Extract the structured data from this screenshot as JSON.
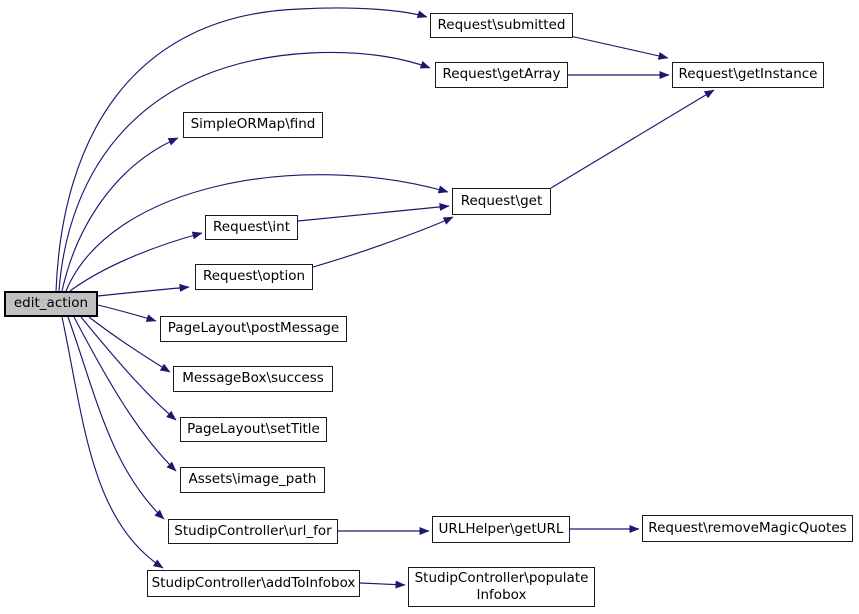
{
  "graph": {
    "type": "call-graph",
    "root_function": "edit_action",
    "colors": {
      "edge": "#191970",
      "nodeBorder": "#1a1a1a",
      "nodeFill": "#ffffff",
      "highlightFill": "#c0c0c0",
      "highlightBorder": "#000000",
      "text": "#000000",
      "background": "#ffffff"
    },
    "nodes": [
      {
        "id": "edit_action",
        "label": "edit_action",
        "highlight": true
      },
      {
        "id": "request_submitted",
        "label": "Request\\submitted"
      },
      {
        "id": "request_getarray",
        "label": "Request\\getArray"
      },
      {
        "id": "request_getinstance",
        "label": "Request\\getInstance"
      },
      {
        "id": "simpleormap_find",
        "label": "SimpleORMap\\find"
      },
      {
        "id": "request_get",
        "label": "Request\\get"
      },
      {
        "id": "request_int",
        "label": "Request\\int"
      },
      {
        "id": "request_option",
        "label": "Request\\option"
      },
      {
        "id": "pagelayout_postmessage",
        "label": "PageLayout\\postMessage"
      },
      {
        "id": "messagebox_success",
        "label": "MessageBox\\success"
      },
      {
        "id": "pagelayout_settitle",
        "label": "PageLayout\\setTitle"
      },
      {
        "id": "assets_image_path",
        "label": "Assets\\image_path"
      },
      {
        "id": "studipcontroller_url_for",
        "label": "StudipController\\url_for"
      },
      {
        "id": "urlhelper_geturl",
        "label": "URLHelper\\getURL"
      },
      {
        "id": "request_removemagicquotes",
        "label": "Request\\removeMagicQuotes"
      },
      {
        "id": "studipcontroller_addtoinfobox",
        "label": "StudipController\\addToInfobox"
      },
      {
        "id": "studipcontroller_populateinfobox",
        "label": "StudipController\\populate Infobox"
      }
    ],
    "edges": [
      {
        "from": "edit_action",
        "to": "request_submitted"
      },
      {
        "from": "edit_action",
        "to": "request_getarray"
      },
      {
        "from": "edit_action",
        "to": "simpleormap_find"
      },
      {
        "from": "edit_action",
        "to": "request_get"
      },
      {
        "from": "edit_action",
        "to": "request_int"
      },
      {
        "from": "edit_action",
        "to": "request_option"
      },
      {
        "from": "edit_action",
        "to": "pagelayout_postmessage"
      },
      {
        "from": "edit_action",
        "to": "messagebox_success"
      },
      {
        "from": "edit_action",
        "to": "pagelayout_settitle"
      },
      {
        "from": "edit_action",
        "to": "assets_image_path"
      },
      {
        "from": "edit_action",
        "to": "studipcontroller_url_for"
      },
      {
        "from": "edit_action",
        "to": "studipcontroller_addtoinfobox"
      },
      {
        "from": "request_submitted",
        "to": "request_getinstance"
      },
      {
        "from": "request_getarray",
        "to": "request_getinstance"
      },
      {
        "from": "request_get",
        "to": "request_getinstance"
      },
      {
        "from": "request_int",
        "to": "request_get"
      },
      {
        "from": "request_option",
        "to": "request_get"
      },
      {
        "from": "studipcontroller_url_for",
        "to": "urlhelper_geturl"
      },
      {
        "from": "urlhelper_geturl",
        "to": "request_removemagicquotes"
      },
      {
        "from": "studipcontroller_addtoinfobox",
        "to": "studipcontroller_populateinfobox"
      }
    ]
  }
}
